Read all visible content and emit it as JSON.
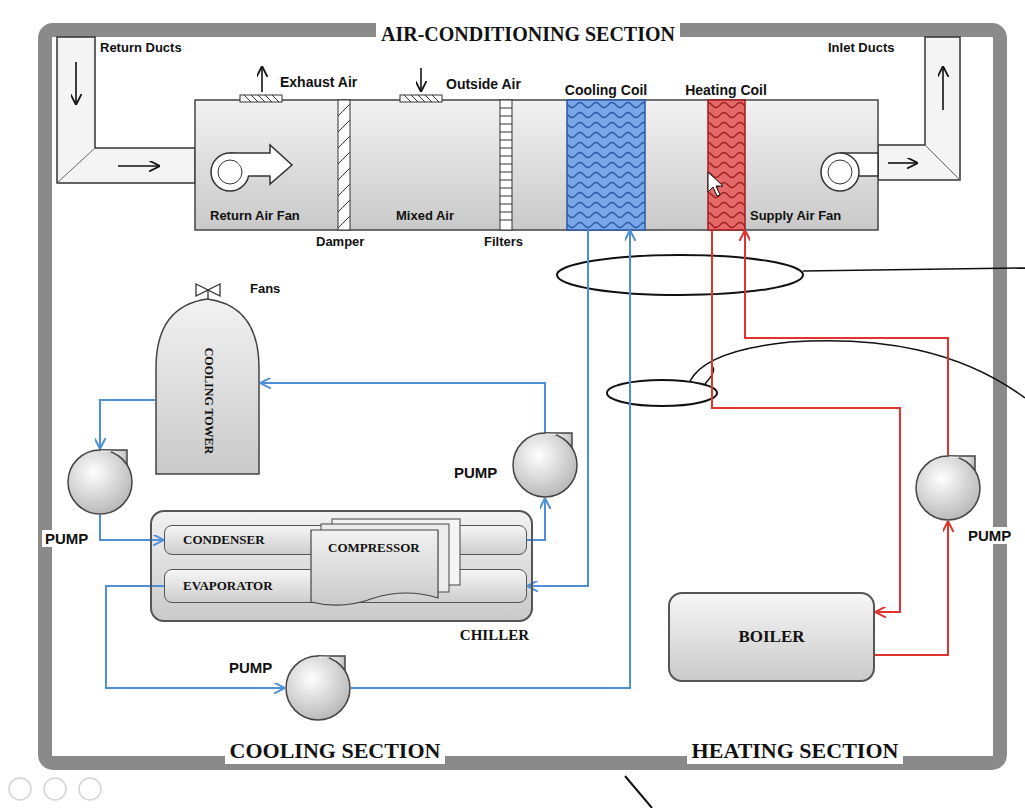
{
  "diagram": {
    "nodes": [
      {
        "text": [
          "Cooling Coil"
        ]
      },
      {
        "text": [
          "Heating Coil"
        ]
      },
      {
        "text": [
          "COOLING TOWER"
        ]
      },
      {
        "text": [
          "PUMP"
        ]
      },
      {
        "text": [
          "PUMP"
        ]
      },
      {
        "text": [
          "PUMP"
        ]
      },
      {
        "text": [
          "CHILLER"
        ]
      },
      {
        "text": [
          "CONDENSER"
        ],
        "in": 6
      },
      {
        "text": [
          "COMPRESSOR"
        ],
        "in": 6
      },
      {
        "text": [
          "EVAPORATOR"
        ],
        "in": 6
      },
      {
        "text": [
          "PUMP"
        ]
      },
      {
        "text": [
          "BOILER"
        ]
      }
    ],
    "edges": [
      {
        "from": 0,
        "to": 9,
        "arrow": "to"
      },
      {
        "from": 9,
        "to": 10,
        "arrow": "to"
      },
      {
        "from": 10,
        "to": 0,
        "arrow": "to"
      },
      {
        "from": 7,
        "to": 3,
        "arrow": "to"
      },
      {
        "from": 3,
        "to": 2,
        "arrow": "to"
      },
      {
        "from": 2,
        "to": 4,
        "arrow": "to"
      },
      {
        "from": 4,
        "to": 7,
        "arrow": "to"
      },
      {
        "from": 11,
        "to": 5,
        "arrow": "to"
      },
      {
        "from": 5,
        "to": 1,
        "arrow": "to"
      },
      {
        "from": 1,
        "to": 11,
        "arrow": "to"
      }
    ],
    "labels": [
      "AIR-CONDITIONING SECTION",
      "Return Ducts",
      "Inlet Ducts",
      "Exhaust Air",
      "Outside Air",
      "Return Air Fan",
      "Damper",
      "Mixed Air",
      "Filters",
      "Supply Air Fan",
      "Fans",
      "COOLING SECTION",
      "HEATING SECTION"
    ]
  }
}
